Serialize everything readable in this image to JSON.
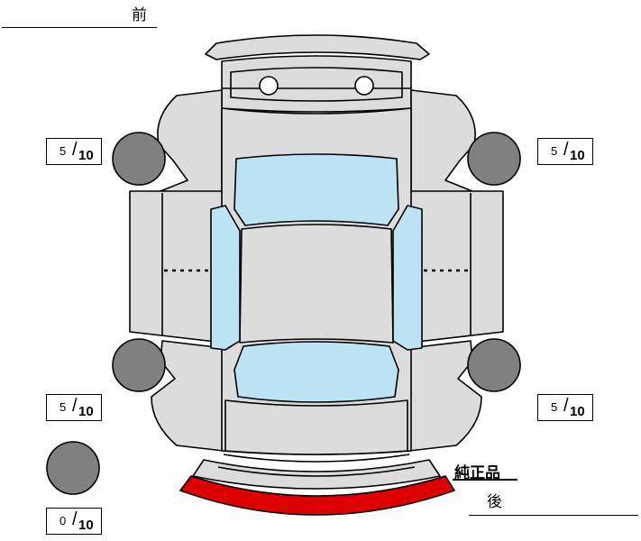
{
  "labels": {
    "front": "前",
    "rear": "後",
    "genuine": "純正品"
  },
  "tires": [
    {
      "id": "front-left",
      "value": "5",
      "denominator": "10"
    },
    {
      "id": "front-right",
      "value": "5",
      "denominator": "10"
    },
    {
      "id": "rear-left",
      "value": "5",
      "denominator": "10"
    },
    {
      "id": "rear-right",
      "value": "5",
      "denominator": "10"
    },
    {
      "id": "spare",
      "value": "0",
      "denominator": "10"
    }
  ],
  "colors": {
    "body": "#dcdcdc",
    "glass": "#bde4f4",
    "tire": "#808080",
    "bumper_highlight": "#dd0000",
    "outline": "#000000"
  }
}
